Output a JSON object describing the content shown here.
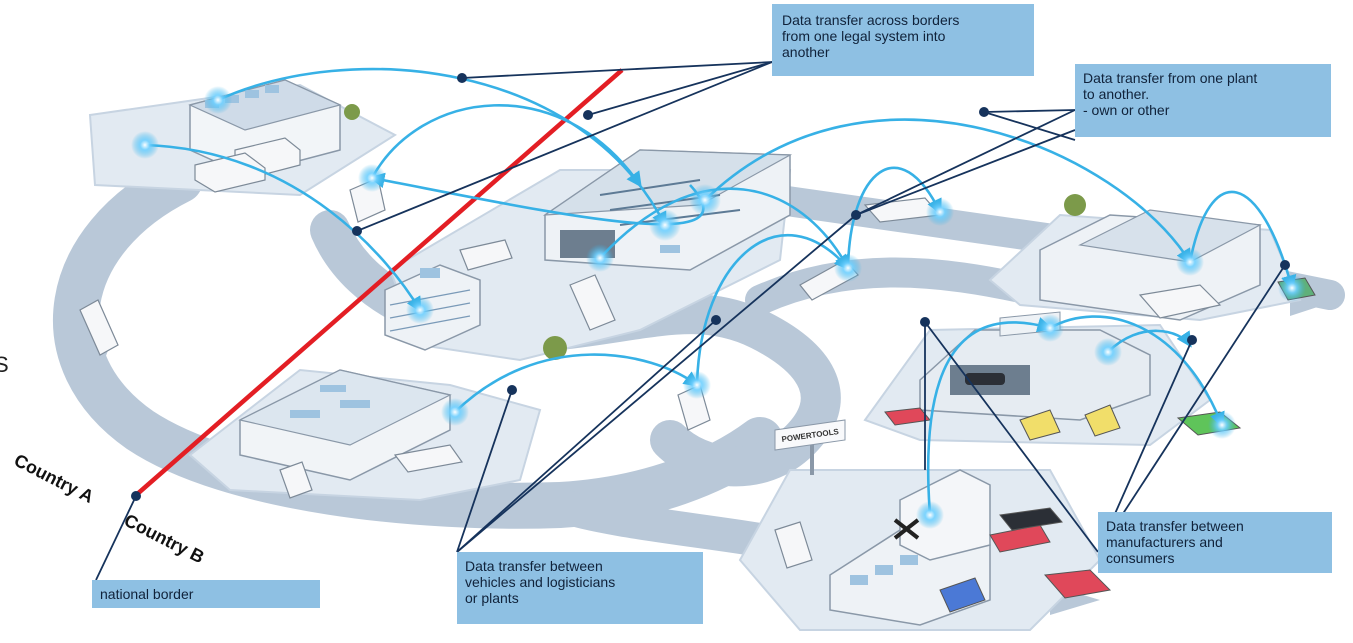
{
  "callouts": {
    "borders": "Data transfer across borders\nfrom one legal system into\nanother",
    "plants": "Data transfer from one plant\nto another.\n- own or other",
    "vehicles": "Data transfer between\nvehicles and logisticians\nor plants",
    "consumers": "Data transfer between\nmanufacturers and\nconsumers",
    "border": "national border"
  },
  "countries": {
    "a": "Country A",
    "b": "Country B"
  },
  "edge_glyph": "S",
  "sign_text": "POWERTOOLS",
  "colors": {
    "border_line": "#e31e24",
    "connection": "#37b1e6",
    "leader": "#16335c",
    "callout_bg": "#8ec0e3",
    "road": "#b9c8d8",
    "platform": "#e2eaf2"
  }
}
